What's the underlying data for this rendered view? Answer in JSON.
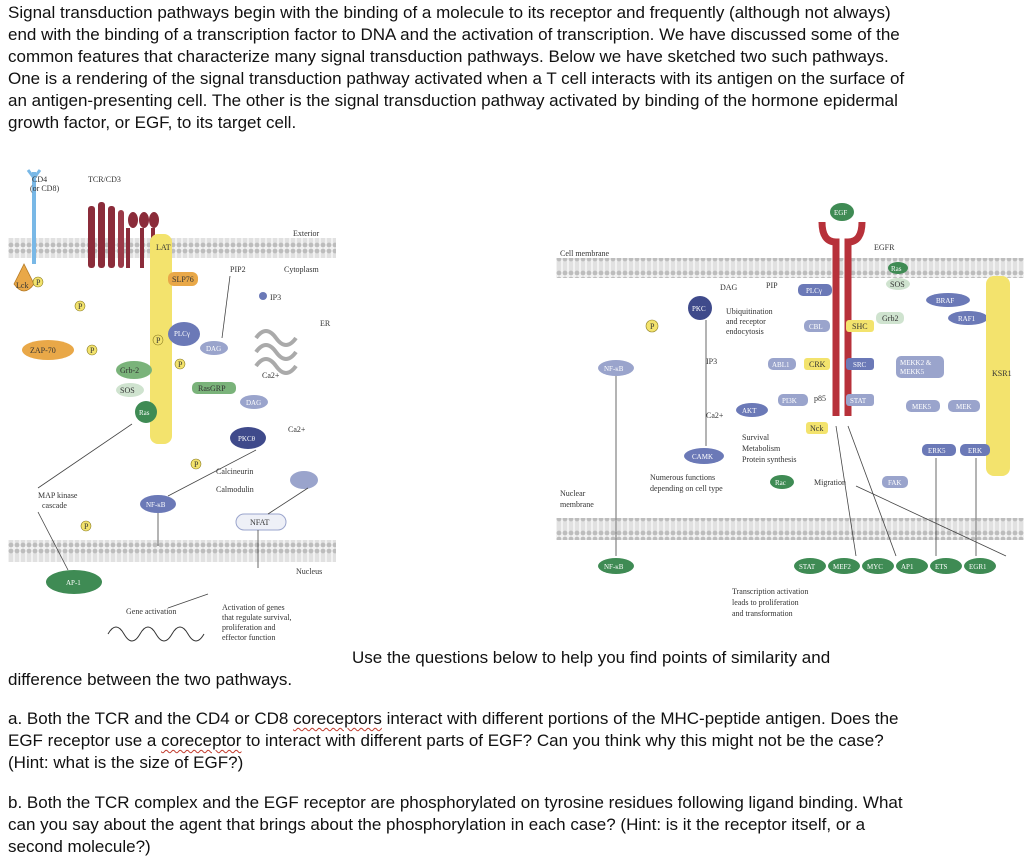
{
  "intro": "Signal transduction pathways begin with the binding of a molecule to its receptor and frequently (although not always) end with the binding of a transcription factor to DNA and the activation of transcription. We have discussed some of the common features that characterize many signal transduction pathways. Below we have sketched two such pathways. One is a rendering of the signal transduction pathway activated when a T cell interacts with its antigen on the surface of an antigen-presenting cell. The other is the signal transduction pathway activated by binding of the hormone epidermal growth factor, or EGF, to its target cell.",
  "fig1": {
    "cd4": "CD4",
    "cd8": "(or CD8)",
    "tcr": "TCR/CD3",
    "exterior": "Exterior",
    "cytoplasm": "Cytoplasm",
    "lat": "LAT",
    "slp76": "SLP76",
    "pip2": "PIP2",
    "ip3": "IP3",
    "er": "ER",
    "lck": "Lck",
    "p": "P",
    "plcy": "PLCγ",
    "zap70": "ZAP-70",
    "dag": "DAG",
    "grb2": "Grb-2",
    "sos": "SOS",
    "rasgrp": "RasGRP",
    "ras": "Ras",
    "ca": "Ca2+",
    "pkco": "PKCθ",
    "calcineurin": "Calcineurin",
    "calmodulin": "Calmodulin",
    "map1": "MAP kinase",
    "map2": "cascade",
    "nfkb": "NF-κB",
    "nfat": "NFAT",
    "nucleus": "Nucleus",
    "ap1": "AP-1",
    "gene_act": "Gene activation",
    "act1": "Activation of genes",
    "act2": "that regulate survival,",
    "act3": "proliferation and",
    "act4": "effector function"
  },
  "fig2": {
    "egf": "EGF",
    "egfr": "EGFR",
    "cellmem": "Cell membrane",
    "dag": "DAG",
    "pip": "PIP",
    "plcy": "PLCγ",
    "ras": "Ras",
    "sos": "SOS",
    "braf": "BRAF",
    "raf1": "RAF1",
    "grb2": "Grb2",
    "pkc": "PKC",
    "ubiq1": "Ubiquitination",
    "ubiq2": "and receptor",
    "ubiq3": "endocytosis",
    "cbl": "CBL",
    "shc": "SHC",
    "p": "P",
    "nfkb": "NF-κB",
    "ip3": "IP3",
    "abl1": "ABL1",
    "crk": "CRK",
    "src": "SRC",
    "mekk": "MEKK2 &",
    "mekk5": "MEKK5",
    "pi3k": "PI3K",
    "p85": "p85",
    "stat": "STAT",
    "akt": "AKT",
    "mek5": "MEK5",
    "mek": "MEK",
    "ksr1": "KSR1",
    "ca": "Ca2+",
    "nck": "Nck",
    "camk": "CAMK",
    "surv1": "Survival",
    "surv2": "Metabolism",
    "surv3": "Protein synthesis",
    "erk5": "ERK5",
    "erk": "ERK",
    "num1": "Numerous functions",
    "num2": "depending on cell type",
    "rac": "Rac",
    "migration": "Migration",
    "fak": "FAK",
    "nucmem1": "Nuclear",
    "nucmem2": "membrane",
    "tf": [
      "STAT",
      "MEF2",
      "MYC",
      "AP1",
      "ETS",
      "EGR1"
    ],
    "trans1": "Transcription activation",
    "trans2": "leads to proliferation",
    "trans3": "and transformation"
  },
  "bridge1": "Use the questions below to help you find points of similarity and",
  "bridge2": "difference between the two pathways.",
  "qa": {
    "p1": "a. Both the TCR and the CD4 or CD8 ",
    "w1": "coreceptors",
    "p2": " interact with different portions of the MHC-peptide antigen. Does the EGF receptor use a ",
    "w2": "coreceptor",
    "p3": " to interact with different parts of EGF? Can you think why this might not be the case? (Hint: what is the size of EGF?)"
  },
  "qb": "b. Both the TCR complex and the EGF receptor are phosphorylated on tyrosine residues following ligand binding. What can you say about the agent that brings about the phosphorylation in each case? (Hint: is it the receptor itself, or a second molecule?)"
}
